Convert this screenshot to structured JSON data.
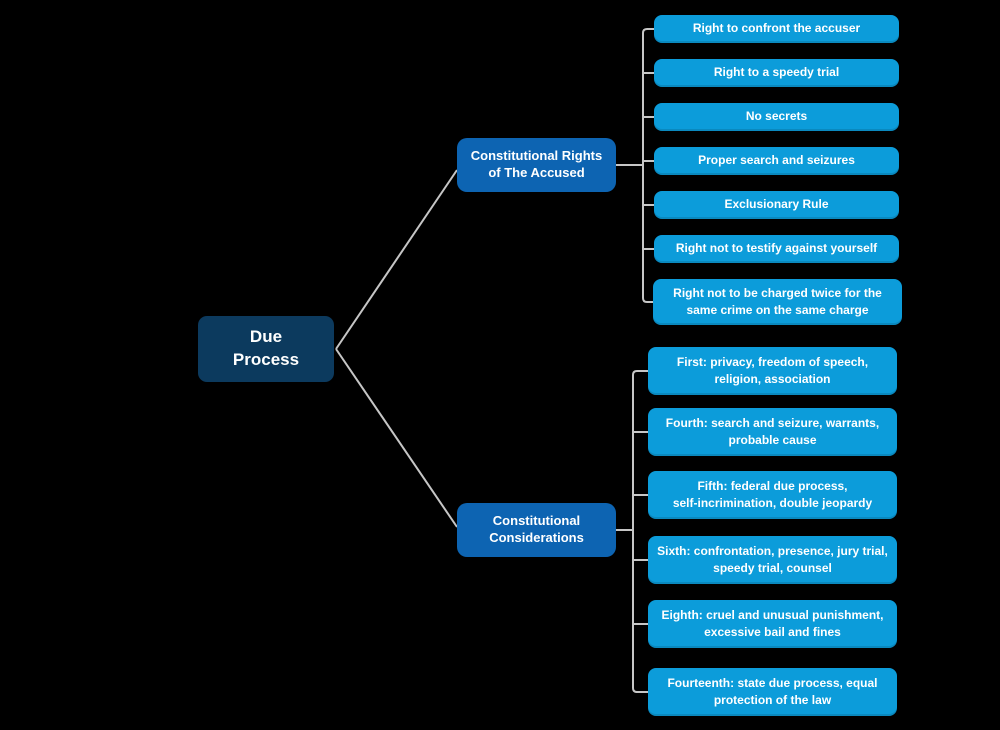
{
  "app": {
    "background_color": "#000000",
    "connector_color": "#C6C6C6",
    "root_color": "#0C3A5E",
    "branch_color": "#0D64B2",
    "leaf_color": "#0C9CDA"
  },
  "root": {
    "label": "Due\nProcess"
  },
  "branches": [
    {
      "label": "Constitutional Rights\nof The Accused",
      "children": [
        {
          "label": "Right to confront the accuser"
        },
        {
          "label": "Right to a speedy trial"
        },
        {
          "label": "No secrets"
        },
        {
          "label": "Proper search and seizures"
        },
        {
          "label": "Exclusionary Rule"
        },
        {
          "label": "Right not to testify against yourself"
        },
        {
          "label": "Right not to be charged twice for the\nsame crime on the same charge"
        }
      ]
    },
    {
      "label": "Constitutional\nConsiderations",
      "children": [
        {
          "label": "First: privacy, freedom of speech,\nreligion, association"
        },
        {
          "label": "Fourth: search and seizure, warrants,\nprobable cause"
        },
        {
          "label": "Fifth: federal due process,\nself-incrimination, double jeopardy"
        },
        {
          "label": "Sixth: confrontation, presence, jury trial,\nspeedy trial, counsel"
        },
        {
          "label": "Eighth: cruel and unusual punishment,\nexcessive bail and fines"
        },
        {
          "label": "Fourteenth: state due process, equal\nprotection of the law"
        }
      ]
    }
  ]
}
